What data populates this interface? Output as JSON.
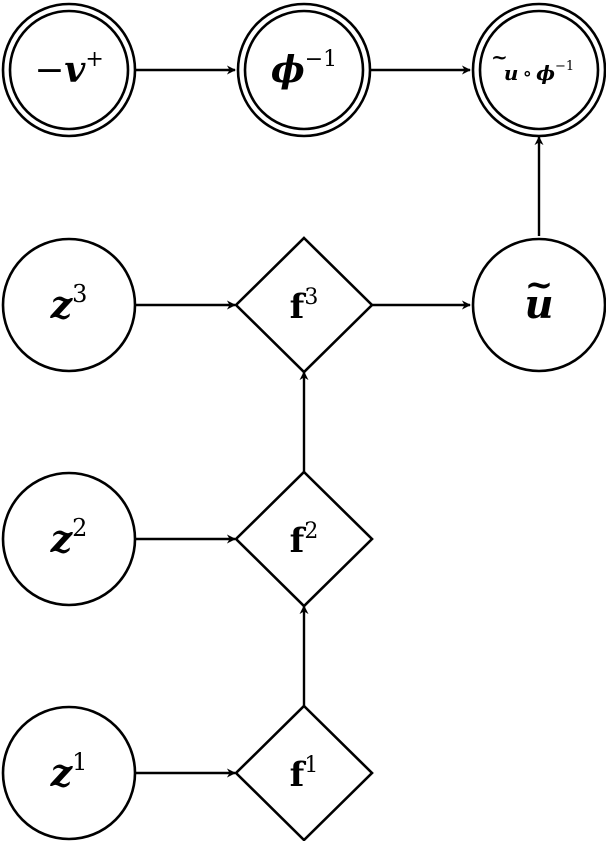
{
  "nodes": {
    "neg_v_plus": {
      "sign": "−",
      "base": "v",
      "sup": "+"
    },
    "phi_inv": {
      "base": "ϕ",
      "sup": "−1"
    },
    "u_comp_phi_inv": {
      "tilde": "~",
      "u": "u",
      "op": "∘",
      "phi": "ϕ",
      "sup": "−1"
    },
    "z3": {
      "base": "z",
      "sup": "3"
    },
    "f3": {
      "base": "f",
      "sup": "3"
    },
    "u_tilde": {
      "tilde": "~",
      "base": "u"
    },
    "z2": {
      "base": "z",
      "sup": "2"
    },
    "f2": {
      "base": "f",
      "sup": "2"
    },
    "z1": {
      "base": "z",
      "sup": "1"
    },
    "f1": {
      "base": "f",
      "sup": "1"
    }
  }
}
